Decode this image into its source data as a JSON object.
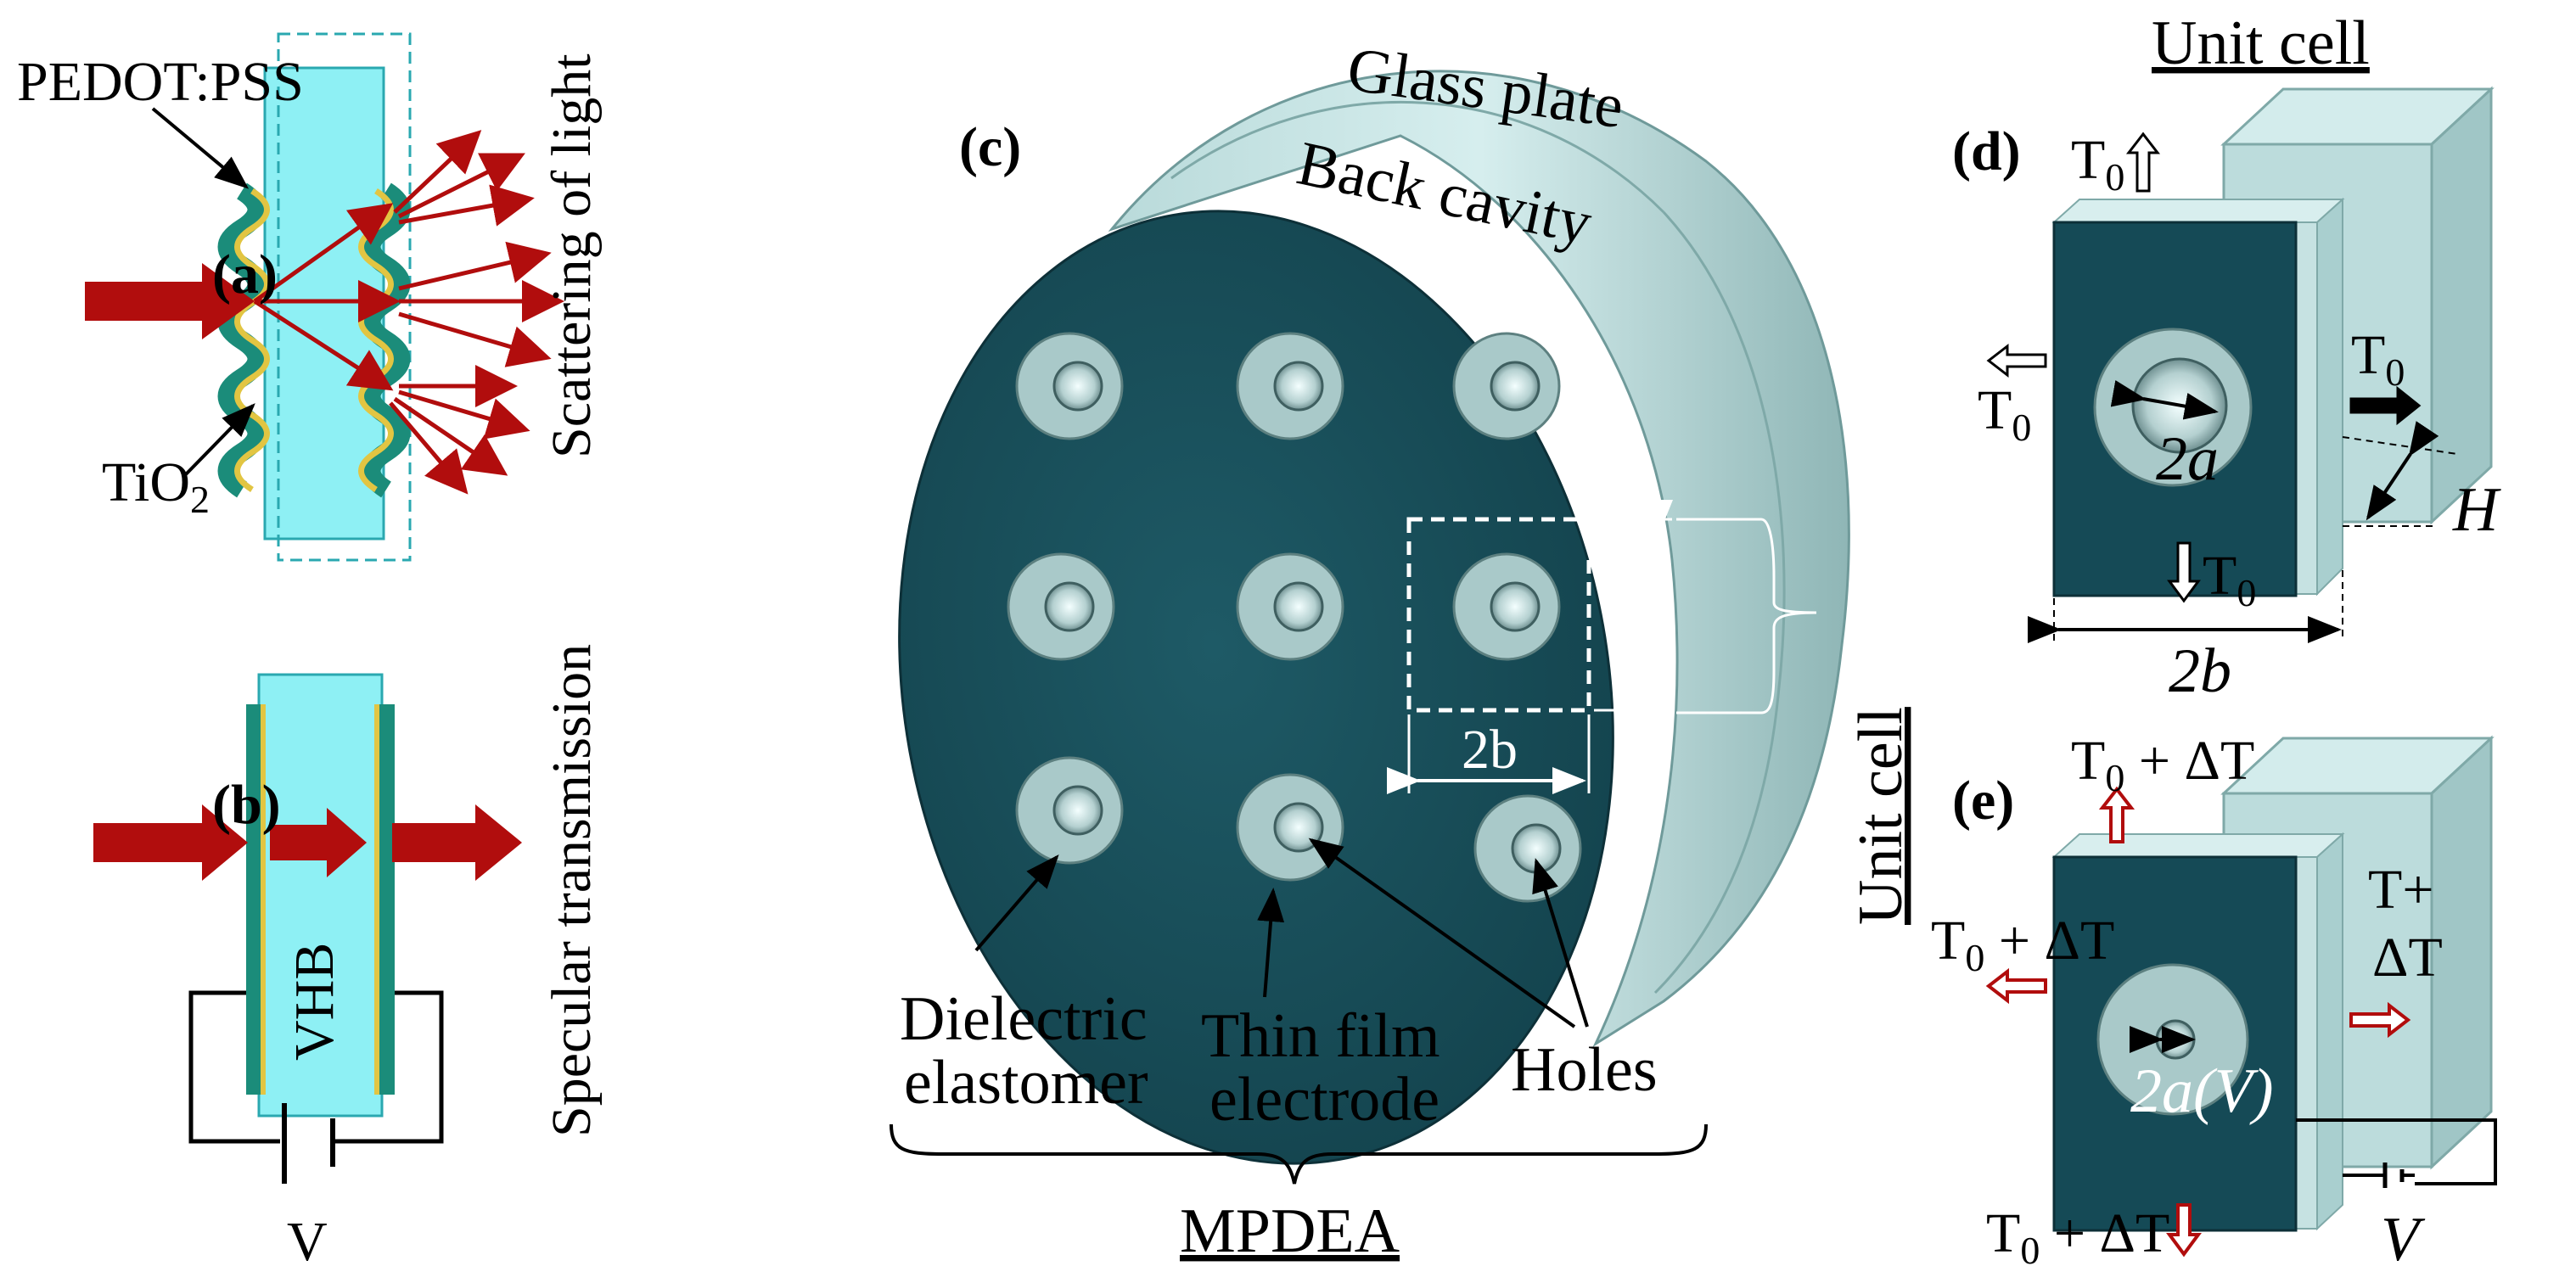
{
  "panel_a": {
    "label": "(a)",
    "pedot_label": "PEDOT:PSS",
    "tio2_label_main": "TiO",
    "tio2_label_sub": "2",
    "scattering_label": "Scattering of light"
  },
  "panel_b": {
    "label": "(b)",
    "vhb_label": "VHB",
    "voltage_label": "V",
    "specular_label": "Specular transmission"
  },
  "panel_c": {
    "label": "(c)",
    "glass_plate_label": "Glass plate",
    "back_cavity_label": "Back cavity",
    "unit_cell_label": "Unit cell",
    "dim_2b_vertical": "2b",
    "dim_2b_horizontal": "2b",
    "dielectric_line1": "Dielectric",
    "dielectric_line2": "elastomer",
    "electrode_line1": "Thin film",
    "electrode_line2": "electrode",
    "holes_label": "Holes",
    "mpdea_label": "MPDEA"
  },
  "panel_d": {
    "title": "Unit cell",
    "label": "(d)",
    "t0": "T",
    "t0_sub": "0",
    "dim_2a": "2a",
    "dim_h": "H",
    "dim_2b": "2b"
  },
  "panel_e": {
    "label": "(e)",
    "t_main": "T",
    "t_sub": "0",
    "delta_suffix": " + ΔT",
    "right_line1": "T+",
    "right_line2": "ΔT",
    "dim_2a_v": "2a(V)",
    "voltage_label": "V"
  },
  "colors": {
    "membrane": "#154a56",
    "glass": "#a7cfcf",
    "glass_light": "#d3ecec",
    "glass_dark": "#7fa9a8",
    "cyan_plate": "#8ef0f4",
    "arrow_red": "#b10d0d",
    "coating_green": "#1b8c7a",
    "coating_yellow": "#e2c542"
  }
}
